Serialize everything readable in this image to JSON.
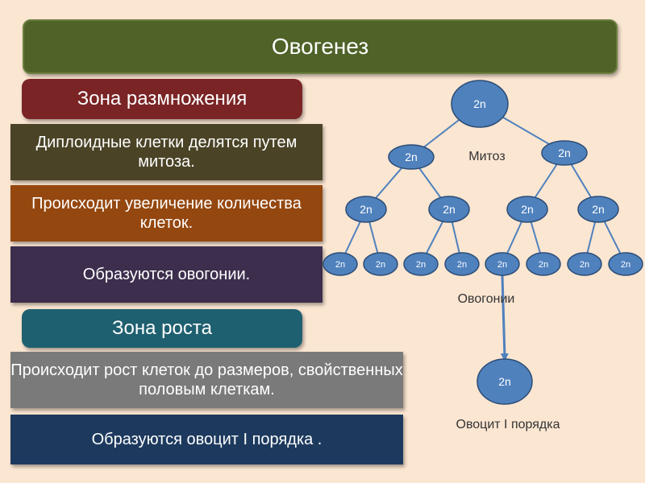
{
  "title": "Овогенез",
  "zone_reproduction": {
    "label": "Зона размножения",
    "items": [
      "Диплоидные клетки делятся путем митоза.",
      "Происходит увеличение количества клеток.",
      "Образуются овогонии."
    ]
  },
  "zone_growth": {
    "label": "Зона роста",
    "items": [
      "Происходит рост клеток до размеров, свойственных половым клеткам.",
      "Образуются овоцит  I порядка ."
    ]
  },
  "diagram": {
    "cell_label": "2n",
    "mitosis_label": "Митоз",
    "oogonia_label": "Овогонии",
    "oocyte_label": "Овоцит I порядка"
  },
  "colors": {
    "cell_fill": "#4f81bd",
    "cell_stroke": "#2c4d75",
    "line": "#4f81bd"
  }
}
